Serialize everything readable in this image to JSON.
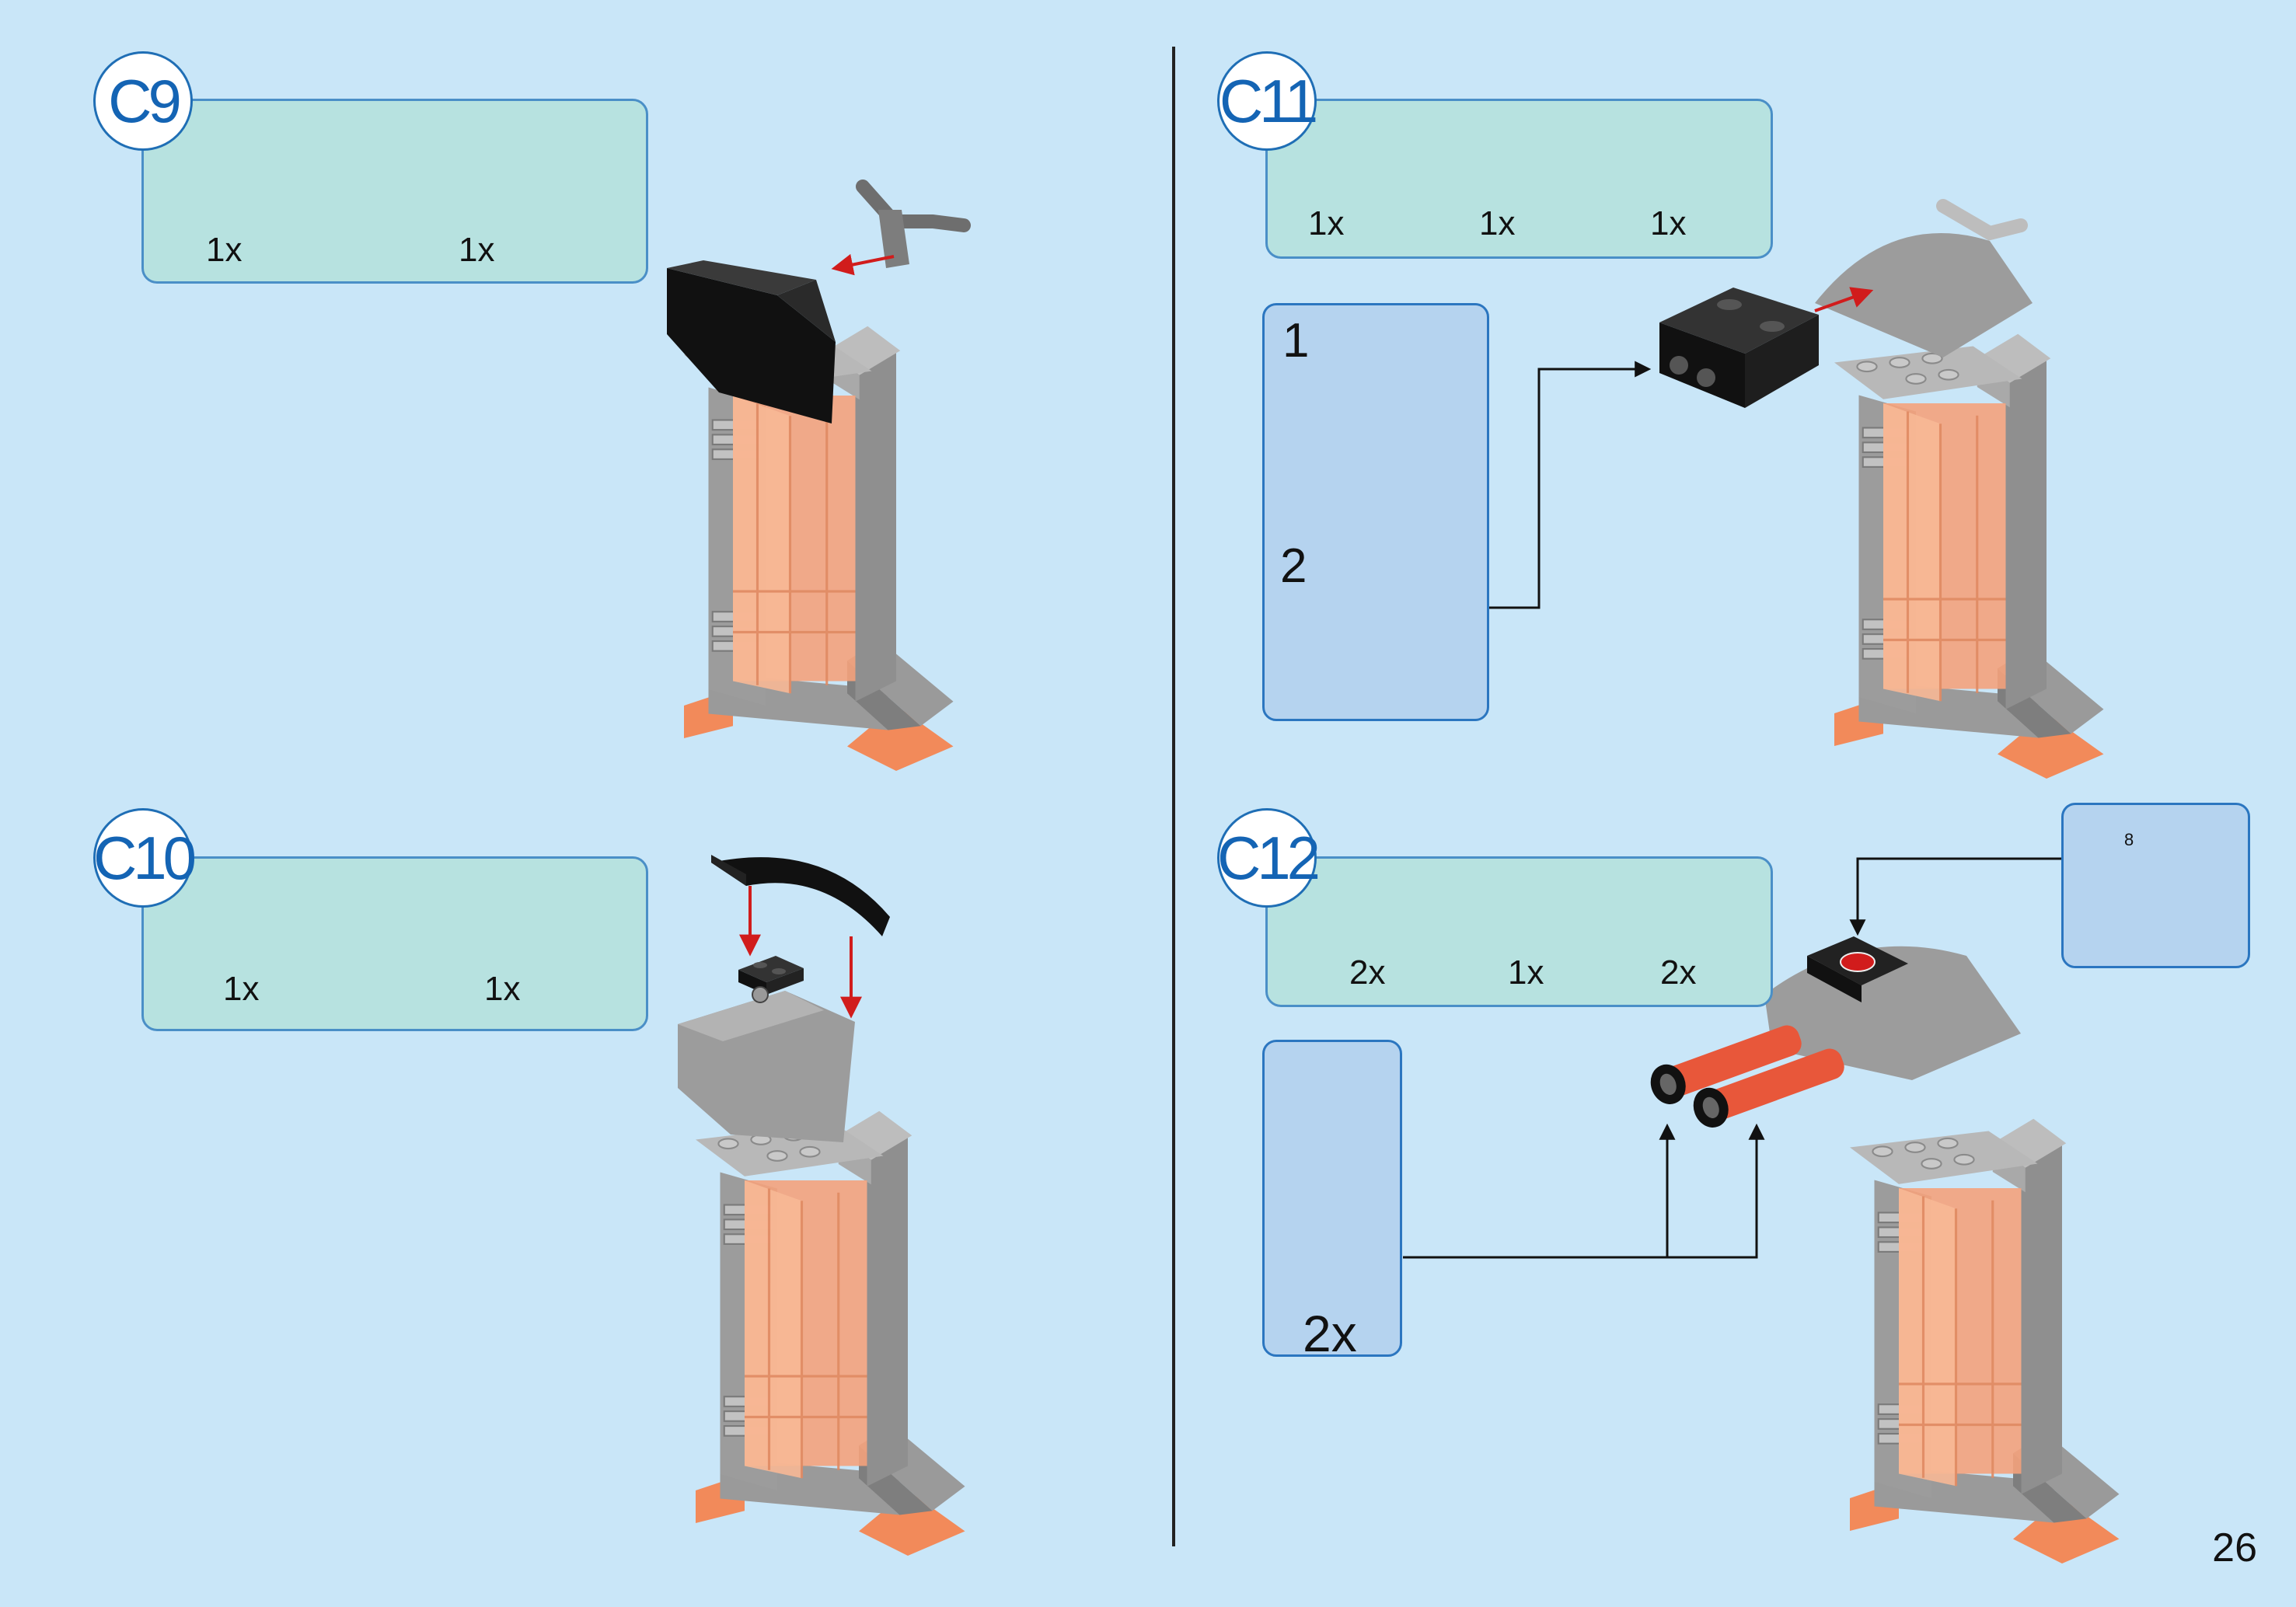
{
  "page": {
    "number": "26"
  },
  "steps": {
    "c9": {
      "label": "C9",
      "parts": [
        {
          "part": "black-slope-brick-icon",
          "qty": "1x"
        },
        {
          "part": "gray-bar-holder-icon",
          "qty": "1x"
        }
      ]
    },
    "c10": {
      "label": "C10",
      "parts": [
        {
          "part": "black-curved-slope-icon",
          "qty": "1x"
        },
        {
          "part": "gray-clip-plate-icon",
          "qty": "1x"
        }
      ]
    },
    "c11": {
      "label": "C11",
      "parts": [
        {
          "part": "black-2x3-plate-icon",
          "qty": "1x"
        },
        {
          "part": "black-2x2-plate-icon",
          "qty": "1x"
        },
        {
          "part": "gray-clip-plate-icon",
          "qty": "1x"
        }
      ],
      "substeps": [
        "1",
        "2"
      ]
    },
    "c12": {
      "label": "C12",
      "parts": [
        {
          "part": "red-trans-bar-icon",
          "qty": "2x"
        },
        {
          "part": "black-tile-icon",
          "qty": "1x"
        },
        {
          "part": "black-cone-icon",
          "qty": "2x"
        }
      ],
      "subassembly_qty": "2x",
      "sticker_number": "8"
    }
  },
  "colors": {
    "background": "#c9e6f8",
    "parts_box": "#b7e2e0",
    "sub_box": "#b5d3ef",
    "badge_text": "#1464b4",
    "arrow_red": "#d11c1c",
    "trans_orange": "#f4a27c",
    "gray_brick": "#a3a3a3",
    "black_brick": "#111111"
  }
}
